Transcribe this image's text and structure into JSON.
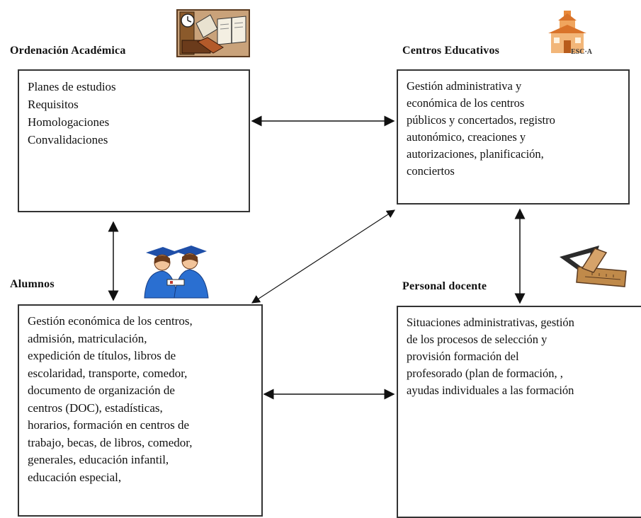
{
  "nodes": {
    "ordenacion": {
      "title": "Ordenación Académica",
      "lines": [
        "Planes de estudios",
        "Requisitos",
        "Homologaciones",
        "Convalidaciones"
      ]
    },
    "centros": {
      "title": "Centros Educativos",
      "lines": [
        "Gestión administrativa y",
        "económica de los centros",
        "públicos y concertados, registro",
        "autonómico, creaciones y",
        "autorizaciones, planificación,",
        "conciertos"
      ],
      "icon_caption": "ESC·A"
    },
    "alumnos": {
      "title": "Alumnos",
      "lines": [
        "Gestión económica de los centros,",
        "admisión, matriculación,",
        "expedición de títulos, libros de",
        "escolaridad, transporte, comedor,",
        "documento de organización de",
        "centros (DOC), estadísticas,",
        "horarios, formación en centros de",
        "trabajo, becas, de libros, comedor,",
        "generales, educación infantil,",
        "educación especial,"
      ]
    },
    "personal": {
      "title": "Personal docente",
      "lines": [
        "Situaciones administrativas, gestión",
        "de los procesos de selección y",
        "provisión  formación del",
        "profesorado (plan de formación, ,",
        "ayudas individuales a las formación"
      ]
    }
  },
  "icons": {
    "books": "books-clipart-icon",
    "school": "school-house-icon",
    "students": "graduates-icon",
    "teacher": "set-square-icon"
  },
  "colors": {
    "border": "#333333",
    "arrow": "#111111",
    "graduate_blue": "#2a6fd1",
    "school_orange": "#e8893a"
  }
}
